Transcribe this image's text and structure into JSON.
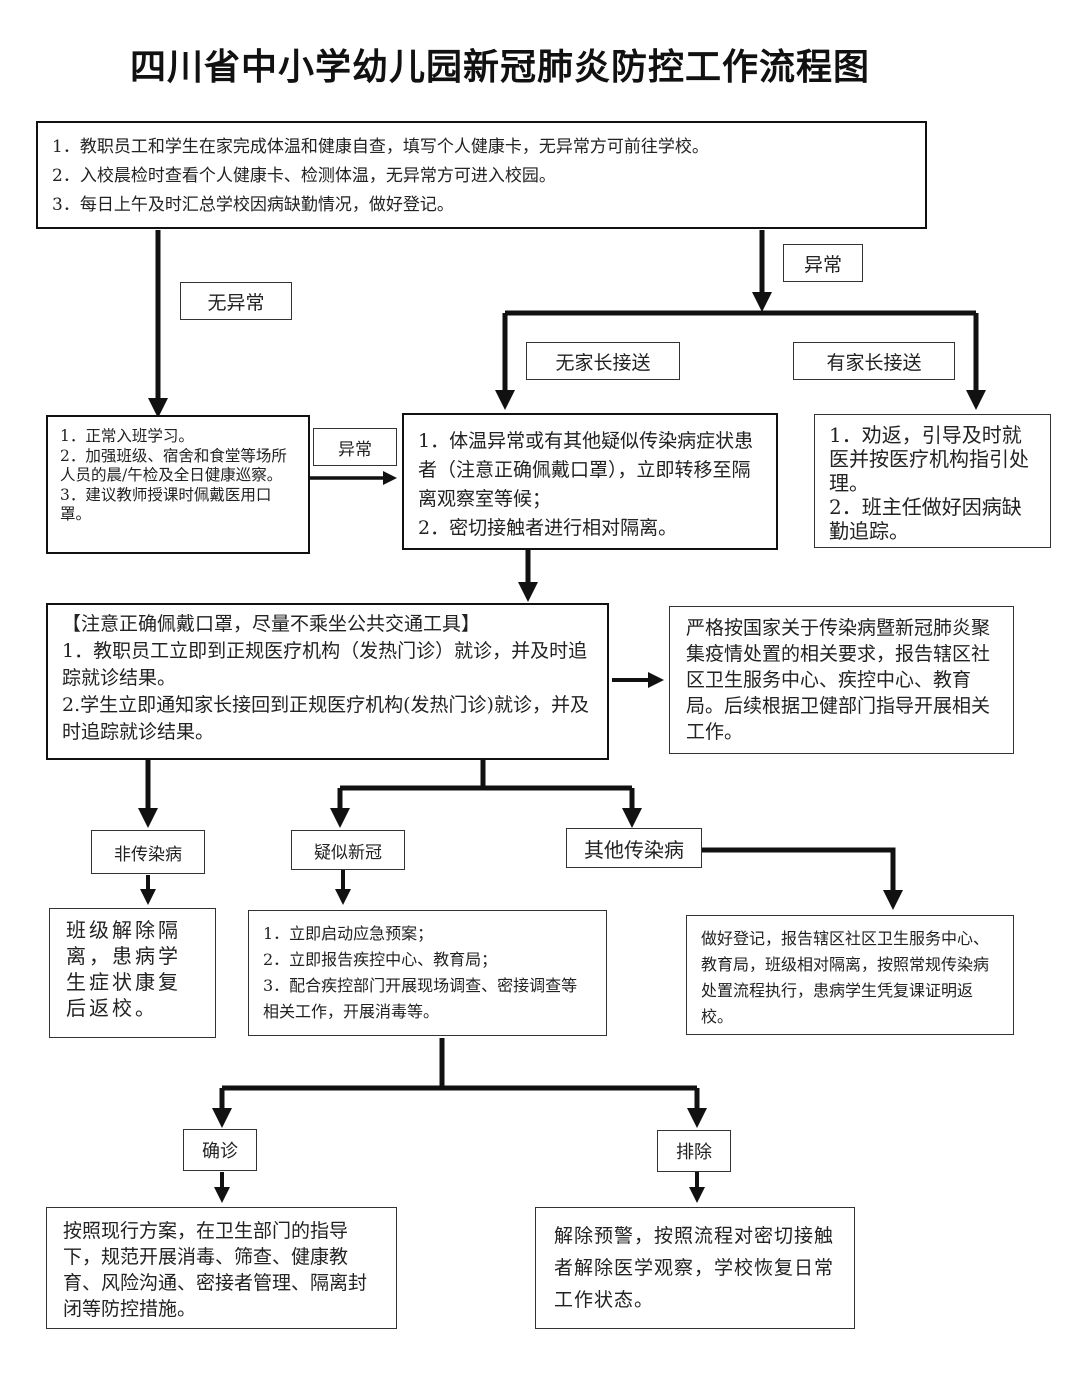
{
  "title": "四川省中小学幼儿园新冠肺炎防控工作流程图",
  "top_box": {
    "lines": [
      "1．教职员工和学生在家完成体温和健康自查，填写个人健康卡，无异常方可前往学校。",
      "2．入校晨检时查看个人健康卡、检测体温，无异常方可进入校园。",
      "3．每日上午及时汇总学校因病缺勤情况，做好登记。"
    ]
  },
  "labels": {
    "normal": "无异常",
    "abnormal_top": "异常",
    "no_parent": "无家长接送",
    "with_parent": "有家长接送",
    "abnormal_mid": "异常",
    "non_infectious": "非传染病",
    "suspected": "疑似新冠",
    "other_infectious": "其他传染病",
    "confirmed": "确诊",
    "excluded": "排除"
  },
  "normal_box": {
    "text": "1．正常入班学习。\n2．加强班级、宿舍和食堂等场所人员的晨/午检及全日健康巡察。\n3．建议教师授课时佩戴医用口罩。"
  },
  "isolate_box": {
    "text": "1．体温异常或有其他疑似传染病症状患者（注意正确佩戴口罩），立即转移至隔离观察室等候；\n2．密切接触者进行相对隔离。"
  },
  "parent_box": {
    "text": "1．劝返，引导及时就医并按医疗机构指引处理。\n2．班主任做好因病缺勤追踪。"
  },
  "medical_box": {
    "text": "【注意正确佩戴口罩，尽量不乘坐公共交通工具】\n1．教职员工立即到正规医疗机构（发热门诊）就诊，并及时追踪就诊结果。\n2.学生立即通知家长接回到正规医疗机构(发热门诊)就诊，并及时追踪就诊结果。"
  },
  "report_box": {
    "text": "严格按国家关于传染病暨新冠肺炎聚集疫情处置的相关要求，报告辖区社区卫生服务中心、疾控中心、教育局。后续根据卫健部门指导开展相关工作。"
  },
  "non_inf_box": {
    "text": "班级解除隔离，患病学生症状康复后返校。"
  },
  "suspected_box": {
    "text": "1．立即启动应急预案；\n2．立即报告疾控中心、教育局；\n3．配合疾控部门开展现场调查、密接调查等相关工作，开展消毒等。"
  },
  "other_box": {
    "text": "做好登记，报告辖区社区卫生服务中心、教育局，班级相对隔离，按照常规传染病处置流程执行，患病学生凭复课证明返校。"
  },
  "confirmed_box": {
    "text": "按照现行方案，在卫生部门的指导下，规范开展消毒、筛查、健康教育、风险沟通、密接者管理、隔离封闭等防控措施。"
  },
  "excluded_box": {
    "text": "解除预警，按照流程对密切接触者解除医学观察，学校恢复日常工作状态。"
  }
}
